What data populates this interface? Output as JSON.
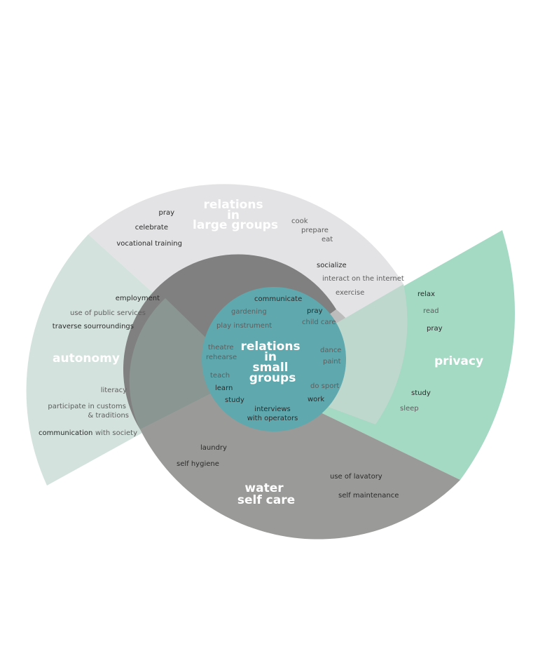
{
  "sectors": {
    "large_groups": {
      "title": [
        "relations",
        "in",
        "large groups"
      ],
      "color": "#e3e3e5",
      "items_left": [
        "pray",
        "celebrate",
        "vocational training"
      ],
      "items_right": [
        "cook",
        "prepare",
        "eat",
        "socialize",
        "interact on the internet",
        "exercise"
      ]
    },
    "autonomy": {
      "title": "autonomy",
      "color": "#d3e2dd",
      "items": [
        "employment",
        "use of public services",
        "traverse sourroundings",
        "literacy",
        "participate in customs",
        "& traditions",
        "communication",
        "with society"
      ]
    },
    "privacy": {
      "title": "privacy",
      "color": "#a4d9c4",
      "items": [
        "relax",
        "read",
        "pray",
        "study",
        "sleep"
      ]
    },
    "water": {
      "title": [
        "water",
        "self care"
      ],
      "color": "#9a9a98",
      "items": [
        "laundry",
        "self hygiene",
        "use of lavatory",
        "self maintenance"
      ]
    },
    "inner_ring": {
      "color": "#808080"
    },
    "small_groups": {
      "title": [
        "relations",
        "in",
        "small",
        "groups"
      ],
      "color": "#5fa8ae",
      "items": [
        "communicate",
        "gardening",
        "pray",
        "child care",
        "play instrument",
        "theatre",
        "rehearse",
        "dance",
        "paint",
        "teach",
        "learn",
        "study",
        "do sport",
        "work",
        "interviews",
        "with operators"
      ]
    }
  }
}
